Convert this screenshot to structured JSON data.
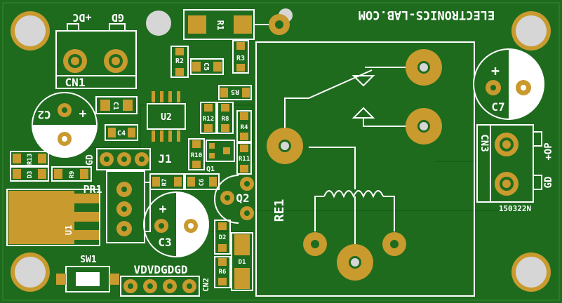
{
  "board": {
    "top_text": "ELECTRONICS-LAB.COM",
    "code": "150322N",
    "colors": {
      "board": "#1e6b1e",
      "copper": "#c99a2e",
      "silk": "#ffffff",
      "hole": "#d0d0d0"
    }
  },
  "labels": {
    "dc_plus": "+DC",
    "gd_top": "GD",
    "cn1": "CN1",
    "r1": "R1",
    "r2": "R2",
    "c5": "C5",
    "r3": "R3",
    "c1": "C1",
    "c2": "C2",
    "u2": "U2",
    "r5": "R5",
    "r12": "R12",
    "r8": "R8",
    "r4": "R4",
    "c4": "C4",
    "r10": "R10",
    "r11": "R11",
    "q1": "Q1",
    "r13": "R13",
    "d3": "D3",
    "r9": "R9",
    "gd_j1": "GD",
    "j1": "J1",
    "pr1": "PR1",
    "r7": "R7",
    "c6": "C6",
    "q2": "Q2",
    "u1": "U1",
    "c3": "C3",
    "re1": "RE1",
    "d2": "D2",
    "d1": "D1",
    "r6": "R6",
    "sw1": "SW1",
    "cn2_pins": "VDVDGDGD",
    "cn2": "CN2",
    "c7": "C7",
    "cn3": "CN3",
    "op_plus": "+OP",
    "gd_cn3": "GD",
    "plus": "+"
  }
}
